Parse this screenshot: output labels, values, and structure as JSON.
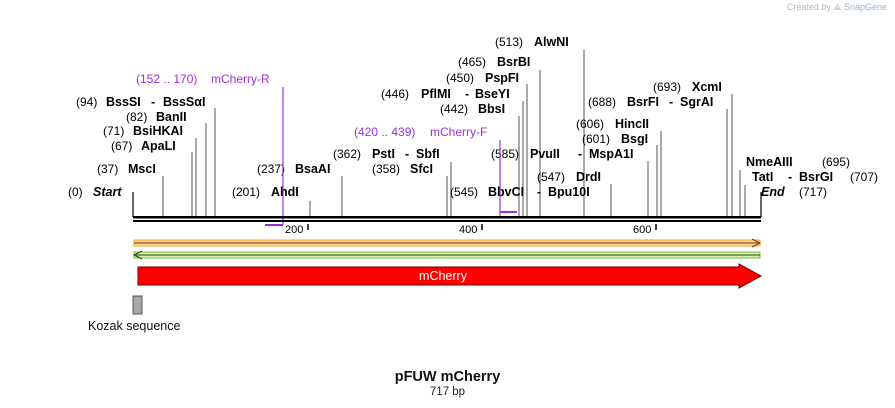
{
  "credit": {
    "text": "Created by",
    "logo": "SnapGene"
  },
  "title": "pFUW mCherry",
  "length_label": "717 bp",
  "ticks": [
    "200",
    "400",
    "600"
  ],
  "sites": [
    {
      "n": "(513)",
      "name": "AlwNI"
    },
    {
      "n": "(465)",
      "name": "BsrBI"
    },
    {
      "n": "(450)",
      "name": "PspFI"
    },
    {
      "n": "(446)",
      "name": "PflMI",
      "sep": "-",
      "name2": "BseYI"
    },
    {
      "n": "(442)",
      "name": "BbsI"
    },
    {
      "n": "(693)",
      "name": "XcmI"
    },
    {
      "n": "(688)",
      "name": "BsrFI",
      "sep": "-",
      "name2": "SgrAI"
    },
    {
      "n": "(606)",
      "name": "HincII"
    },
    {
      "n": "(601)",
      "name": "BsgI"
    },
    {
      "n": "(585)",
      "name": "PvuII",
      "sep": "-",
      "name2": "MspA1I"
    },
    {
      "n": "(547)",
      "name": "DrdI"
    },
    {
      "n": "(545)",
      "name": "BbvCI",
      "sep": "-",
      "name2": "Bpu10I"
    },
    {
      "n": "(94)",
      "name": "BssSI",
      "sep": "-",
      "name2": "BssSαI"
    },
    {
      "n": "(82)",
      "name": "BanII"
    },
    {
      "n": "(71)",
      "name": "BsiHKAI"
    },
    {
      "n": "(67)",
      "name": "ApaLI"
    },
    {
      "n": "(37)",
      "name": "MscI"
    },
    {
      "n": "(237)",
      "name": "BsaAI"
    },
    {
      "n": "(201)",
      "name": "AhdI"
    },
    {
      "n": "(362)",
      "name": "PstI",
      "sep": "-",
      "name2": "SbfI"
    },
    {
      "n": "(358)",
      "name": "SfcI"
    },
    {
      "n": "(0)",
      "name": "Start"
    },
    {
      "n": "NmeAIII",
      "name": "(695)"
    },
    {
      "n": "TatI",
      "name": "BsrGI",
      "n2": "(707)"
    },
    {
      "n": "End",
      "name": "(717)"
    }
  ],
  "primers": [
    {
      "range": "(152 .. 170)",
      "name": "mCherry-R"
    },
    {
      "range": "(420 .. 439)",
      "name": "mCherry-F"
    }
  ],
  "feature": {
    "label": "mCherry",
    "color": "#ff0000"
  },
  "kozak": {
    "label": "Kozak sequence",
    "color": "#a8a8a8"
  },
  "colors": {
    "orf_forward": "#f5a623",
    "orf_reverse": "#7ac142",
    "primer": "#9b30d8"
  }
}
